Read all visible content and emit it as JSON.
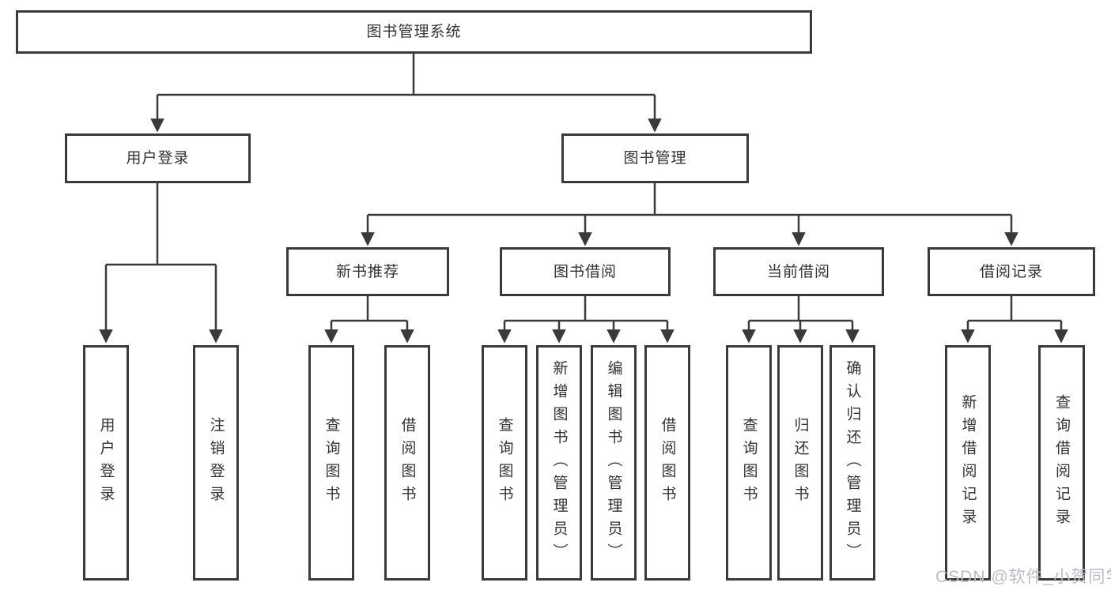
{
  "tree": {
    "label": "图书管理系统",
    "children": [
      {
        "label": "用户登录",
        "children": [
          {
            "label": "用户登录"
          },
          {
            "label": "注销登录"
          }
        ]
      },
      {
        "label": "图书管理",
        "children": [
          {
            "label": "新书推荐",
            "children": [
              {
                "label": "查询图书"
              },
              {
                "label": "借阅图书"
              }
            ]
          },
          {
            "label": "图书借阅",
            "children": [
              {
                "label": "查询图书"
              },
              {
                "label": "新增图书（管理员）"
              },
              {
                "label": "编辑图书（管理员）"
              },
              {
                "label": "借阅图书"
              }
            ]
          },
          {
            "label": "当前借阅",
            "children": [
              {
                "label": "查询图书"
              },
              {
                "label": "归还图书"
              },
              {
                "label": "确认归还（管理员）"
              }
            ]
          },
          {
            "label": "借阅记录",
            "children": [
              {
                "label": "新增借阅记录"
              },
              {
                "label": "查询借阅记录"
              }
            ]
          }
        ]
      }
    ]
  },
  "watermark": {
    "text": "CSDN @软件_小贺同学",
    "color": "#b9bdc3"
  },
  "colors": {
    "line": "#3a3a3a",
    "box_border": "#3a3a3a",
    "text": "#333333",
    "background": "#ffffff"
  }
}
